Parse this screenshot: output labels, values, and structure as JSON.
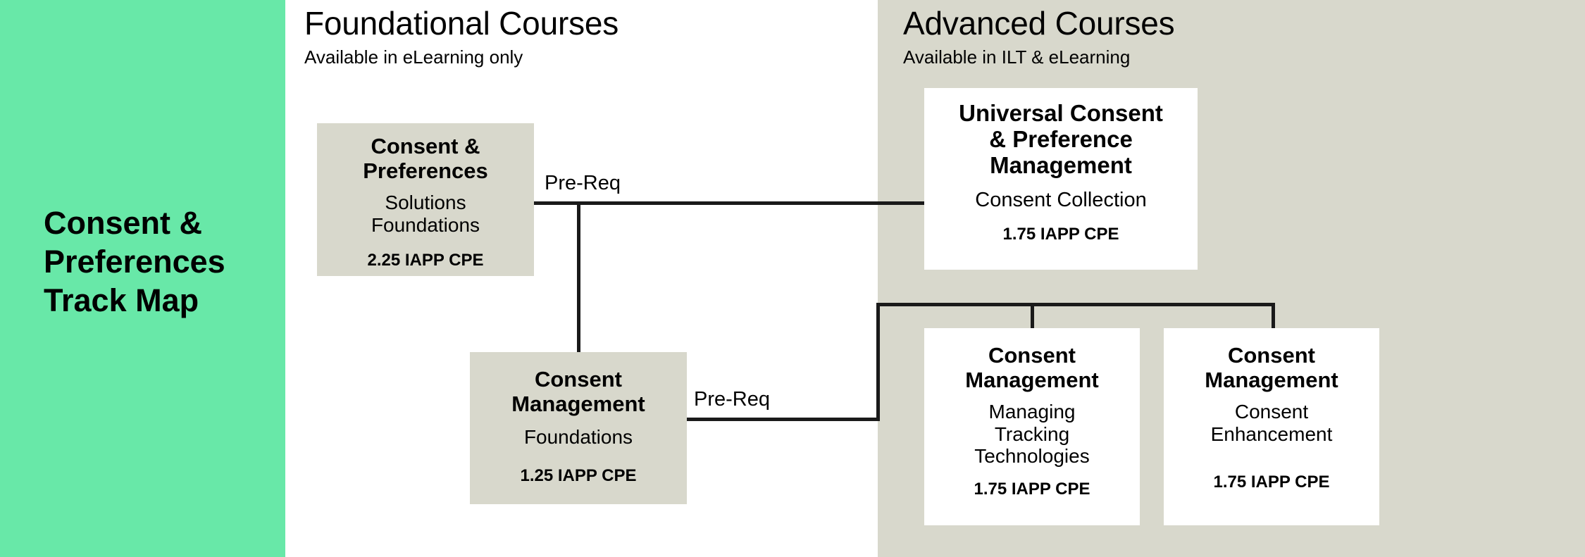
{
  "sidebar": {
    "title": "Consent &\nPreferences\nTrack Map",
    "background_color": "#68e8a8"
  },
  "columns": [
    {
      "id": "foundational",
      "title": "Foundational Courses",
      "subtitle": "Available in eLearning only",
      "background_color": "#ffffff"
    },
    {
      "id": "advanced",
      "title": "Advanced Courses",
      "subtitle": "Available in ILT & eLearning",
      "background_color": "#d8d8cc"
    }
  ],
  "courses": [
    {
      "id": "cp-foundations",
      "title": "Consent &\nPreferences",
      "subtitle": "Solutions\nFoundations",
      "cpe": "2.25 IAPP CPE",
      "column": "foundational",
      "fill": "#d8d8cc"
    },
    {
      "id": "cm-foundations",
      "title": "Consent\nManagement",
      "subtitle": "Foundations",
      "cpe": "1.25 IAPP CPE",
      "column": "foundational",
      "fill": "#d8d8cc"
    },
    {
      "id": "universal-cpm",
      "title": "Universal Consent\n& Preference\nManagement",
      "subtitle": "Consent Collection",
      "cpe": "1.75 IAPP CPE",
      "column": "advanced",
      "fill": "#ffffff"
    },
    {
      "id": "cm-tracking",
      "title": "Consent\nManagement",
      "subtitle": "Managing\nTracking\nTechnologies",
      "cpe": "1.75 IAPP CPE",
      "column": "advanced",
      "fill": "#ffffff"
    },
    {
      "id": "cm-enhancement",
      "title": "Consent\nManagement",
      "subtitle": "Consent\nEnhancement",
      "cpe": "1.75 IAPP CPE",
      "column": "advanced",
      "fill": "#ffffff"
    }
  ],
  "connectors": [
    {
      "id": "prereq-1",
      "label": "Pre-Req",
      "from": "cp-foundations",
      "to": "universal-cpm"
    },
    {
      "id": "prereq-2",
      "label": "Pre-Req",
      "from": "cm-foundations",
      "to": "cm-tracking"
    }
  ],
  "line_color": "#1a1a1a"
}
